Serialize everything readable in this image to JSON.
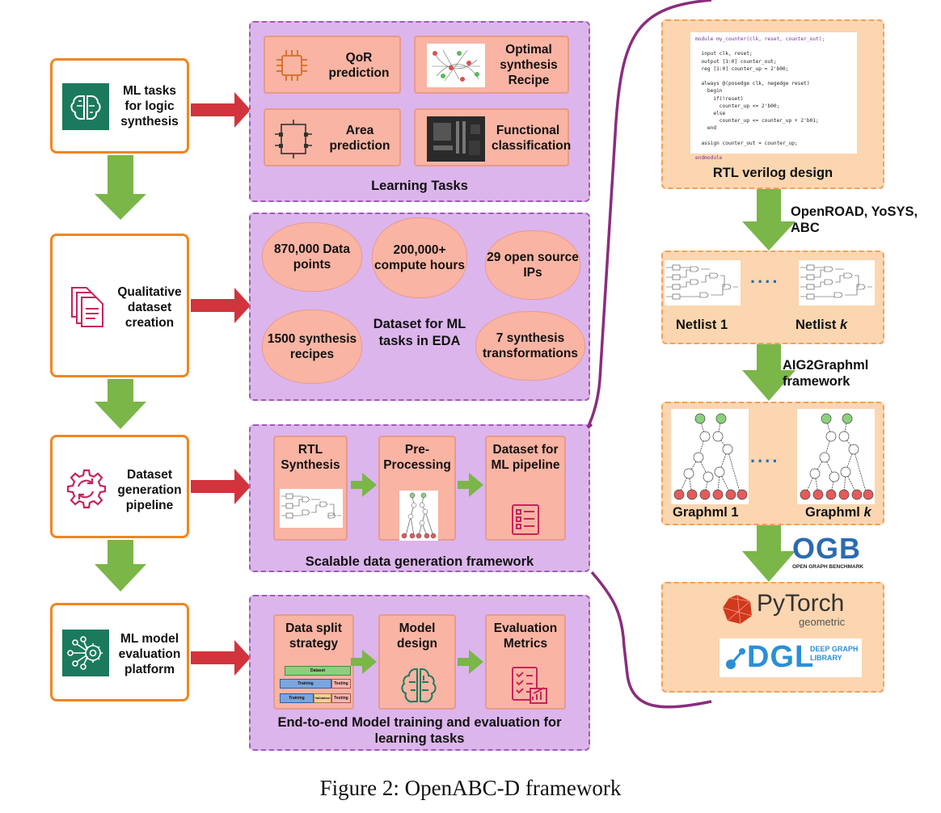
{
  "left_column": {
    "ml_tasks": "ML tasks for logic synthesis",
    "dataset_creation": "Qualitative dataset creation",
    "dataset_pipeline": "Dataset generation pipeline",
    "ml_platform": "ML model evaluation platform"
  },
  "learning_tasks": {
    "title": "Learning Tasks",
    "qor": "QoR prediction",
    "recipe": "Optimal synthesis Recipe",
    "area": "Area prediction",
    "functional": "Functional classification"
  },
  "dataset": {
    "center": "Dataset for ML tasks in EDA",
    "data_points": "870,000 Data points",
    "compute_hours": "200,000+ compute hours",
    "ips": "29 open source IPs",
    "recipes": "1500 synthesis recipes",
    "transformations": "7 synthesis transformations"
  },
  "framework": {
    "title": "Scalable data generation framework",
    "rtl": "RTL Synthesis",
    "pre": "Pre-Processing",
    "ml_dataset": "Dataset for ML pipeline"
  },
  "evaluation": {
    "title": "End-to-end Model training and evaluation for learning tasks",
    "split": "Data split strategy",
    "model": "Model design",
    "metrics": "Evaluation Metrics",
    "split_labels": {
      "dataset": "Dataset",
      "training": "Training",
      "testing": "Testing",
      "validation": "Validation"
    }
  },
  "right_column": {
    "rtl_design": "RTL verilog design",
    "tools": "OpenROAD, YoSYS, ABC",
    "netlist_1": "Netlist 1",
    "netlist_k_prefix": "Netlist ",
    "netlist_k_var": "k",
    "aig": "AIG2Graphml framework",
    "graphml_1": "Graphml 1",
    "graphml_k_prefix": "Graphml ",
    "graphml_k_var": "k",
    "dots": "....",
    "ogb_title": "OGB",
    "ogb_sub": "OPEN GRAPH BENCHMARK",
    "pytorch": "PyTorch",
    "pytorch_sub": "geometric",
    "dgl": "DGL",
    "dgl_sub": "DEEP GRAPH LIBRARY"
  },
  "code_lines": [
    "module my_counter(clk, reset, counter_out);",
    "",
    "  input clk, reset;",
    "  output [1:0] counter_out;",
    "  reg [1:0] counter_up = 2'b00;",
    "",
    "  always @(posedge clk, negedge reset)",
    "    begin",
    "      if(!reset)",
    "        counter_up <= 2'b00;",
    "      else",
    "        counter_up <= counter_up + 2'b01;",
    "    end",
    "",
    "  assign counter_out = counter_up;",
    "",
    "endmodule"
  ],
  "caption": "Figure 2: OpenABC-D framework",
  "colors": {
    "orange_border": "#f0861f",
    "purple_fill": "#dcb5ec",
    "salmon_fill": "#f9b4a3",
    "peach_fill": "#fbd6b0",
    "green_arrow": "#7ab648",
    "red_arrow": "#d1343d",
    "brace": "#8a2d7e"
  }
}
